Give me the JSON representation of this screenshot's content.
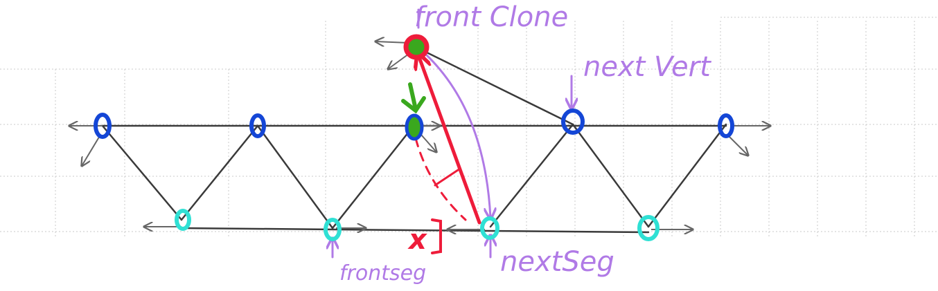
{
  "labels": {
    "front_clone": "front Clone",
    "next_vert": "next Vert",
    "next_seg": "nextSeg",
    "frontseg": "frontseg",
    "x_marker": "x"
  },
  "colors": {
    "grid": "#c8c8c8",
    "edge": "#3a3a3a",
    "top_vertex": "#1446d6",
    "bottom_vertex": "#2fe0d4",
    "clone_outline": "#ee1c3a",
    "highlight_fill": "#3aa81e",
    "annotation_purple": "#b07ae6",
    "annotation_red": "#ee1c3a",
    "arrow_gray": "#666666"
  },
  "icons": {
    "vertex_marker": "circle-icon",
    "direction_marker": "arrow-icon",
    "bracket_marker": "bracket-icon"
  }
}
